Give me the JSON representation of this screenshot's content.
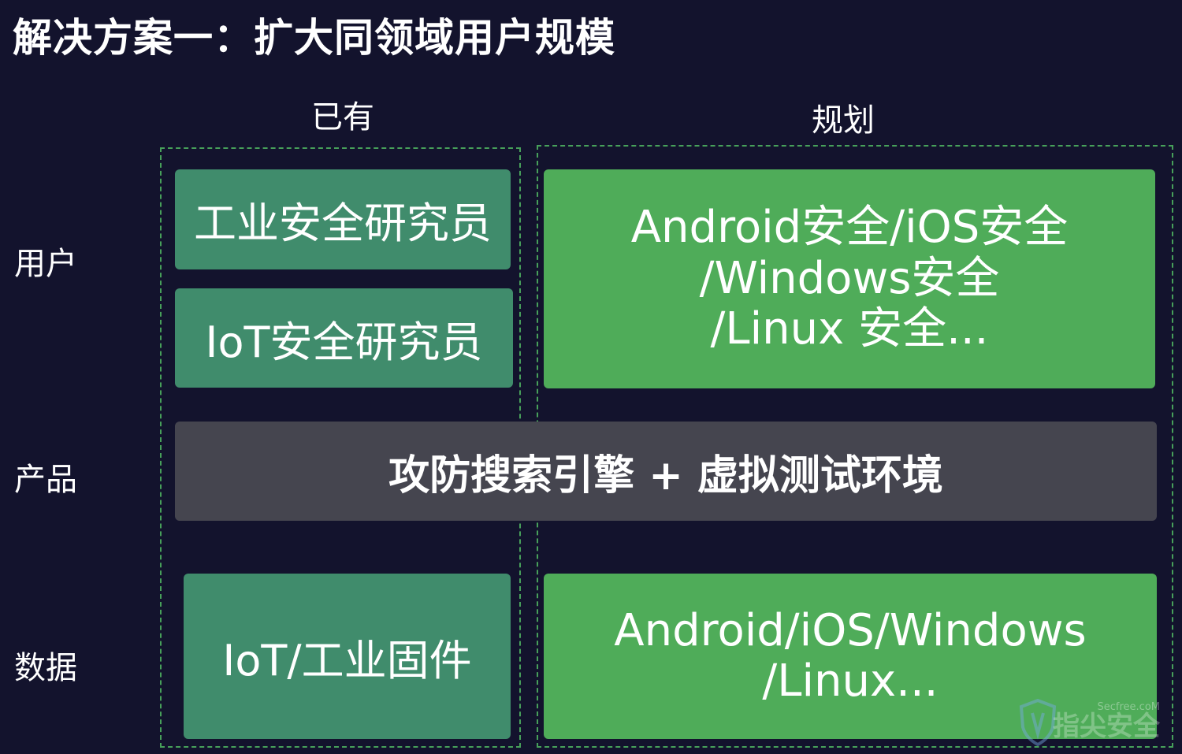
{
  "title": "解决方案一：扩大同领域用户规模",
  "columns": {
    "existing": "已有",
    "planned": "规划"
  },
  "rows": {
    "users": "用户",
    "product": "产品",
    "data": "数据"
  },
  "boxes": {
    "industrial_researcher": "工业安全研究员",
    "iot_researcher": "IoT安全研究员",
    "planned_users": [
      "Android安全/iOS安全",
      "/Windows安全",
      "/Linux 安全..."
    ],
    "product": "攻防搜索引擎 + 虚拟测试环境",
    "existing_data": "IoT/工业固件",
    "planned_data": [
      "Android/iOS/Windows",
      "/Linux..."
    ]
  },
  "watermark": {
    "site": "Secfree.coM",
    "name": "指尖安全"
  },
  "colors": {
    "background": "#13132d",
    "teal_box": "#408c6c",
    "green_box": "#4fac59",
    "gray_box": "#45454f",
    "dashed_border": "#47a05a"
  }
}
